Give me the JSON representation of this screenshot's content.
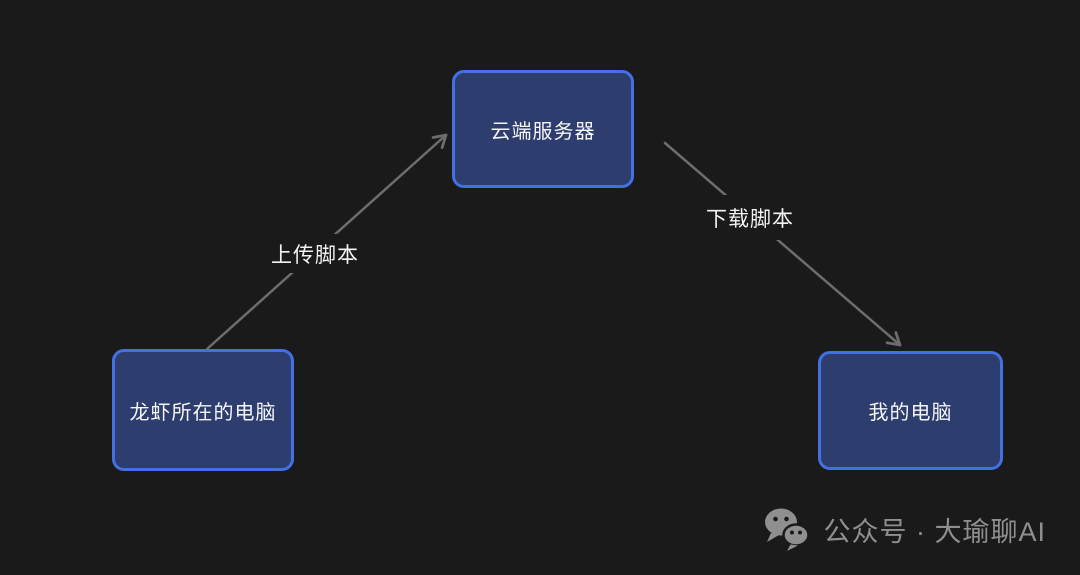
{
  "app": {
    "type": "flow-diagram"
  },
  "colors": {
    "background": "#1a1a1a",
    "node_fill": "#2d3d6d",
    "node_border": "#4470e4",
    "node_text": "#f5f6f8",
    "arrow": "#6d6d6d",
    "edge_label_text": "#f2f2f2",
    "watermark_text": "#8f8f8f"
  },
  "diagram": {
    "nodes": [
      {
        "id": "cloud-server",
        "label": "云端服务器"
      },
      {
        "id": "lobster-computer",
        "label": "龙虾所在的电脑"
      },
      {
        "id": "my-computer",
        "label": "我的电脑"
      }
    ],
    "edges": [
      {
        "from": "lobster-computer",
        "to": "cloud-server",
        "label": "上传脚本"
      },
      {
        "from": "cloud-server",
        "to": "my-computer",
        "label": "下载脚本"
      }
    ]
  },
  "watermark": {
    "icon": "wechat-icon",
    "text": "公众号 · 大瑜聊AI"
  }
}
